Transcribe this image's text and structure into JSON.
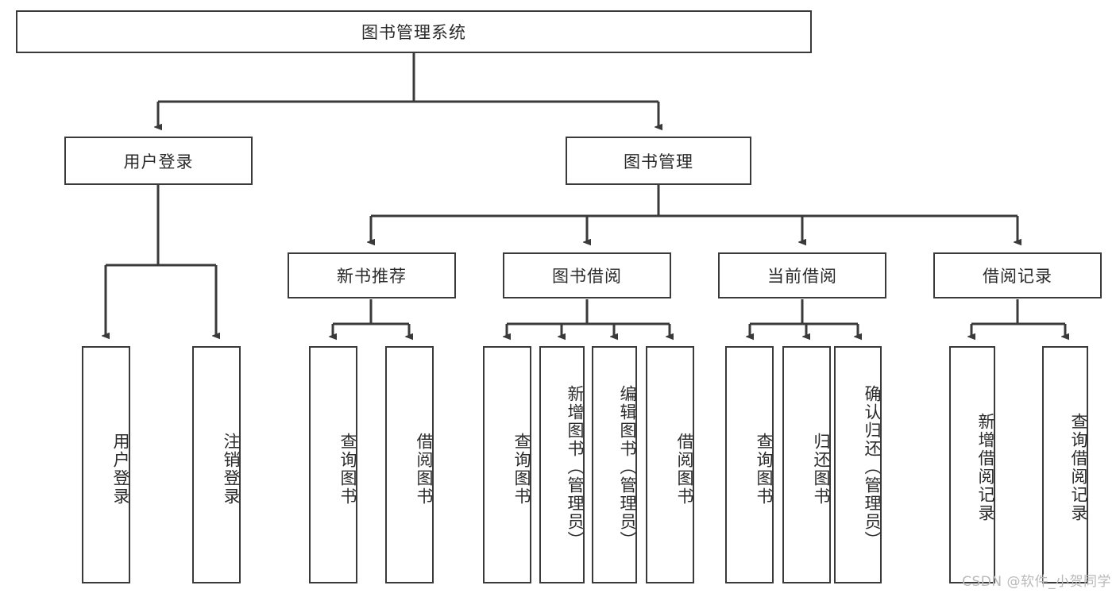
{
  "diagram": {
    "title": "图书管理系统",
    "watermark": "CSDN @软件_小贺同学",
    "colors": {
      "box_border": "#3a3a3a",
      "line": "#3a3a3a",
      "background": "#ffffff",
      "text": "#2b2b2b",
      "watermark": "#b9b9b9"
    },
    "root": {
      "label": "图书管理系统"
    },
    "level2": [
      {
        "label": "用户登录"
      },
      {
        "label": "图书管理"
      }
    ],
    "level3": [
      {
        "label": "新书推荐"
      },
      {
        "label": "图书借阅"
      },
      {
        "label": "当前借阅"
      },
      {
        "label": "借阅记录"
      }
    ],
    "leaves": {
      "user_login": [
        {
          "label": "用户登录"
        },
        {
          "label": "注销登录"
        }
      ],
      "new_book_recommend": [
        {
          "label": "查询图书"
        },
        {
          "label": "借阅图书"
        }
      ],
      "book_borrow": [
        {
          "label": "查询图书"
        },
        {
          "label": "新增图书（管理员）"
        },
        {
          "label": "编辑图书（管理员）"
        },
        {
          "label": "借阅图书"
        }
      ],
      "current_borrow": [
        {
          "label": "查询图书"
        },
        {
          "label": "归还图书"
        },
        {
          "label": "确认归还（管理员）"
        }
      ],
      "borrow_record": [
        {
          "label": "新增借阅记录"
        },
        {
          "label": "查询借阅记录"
        }
      ]
    }
  }
}
